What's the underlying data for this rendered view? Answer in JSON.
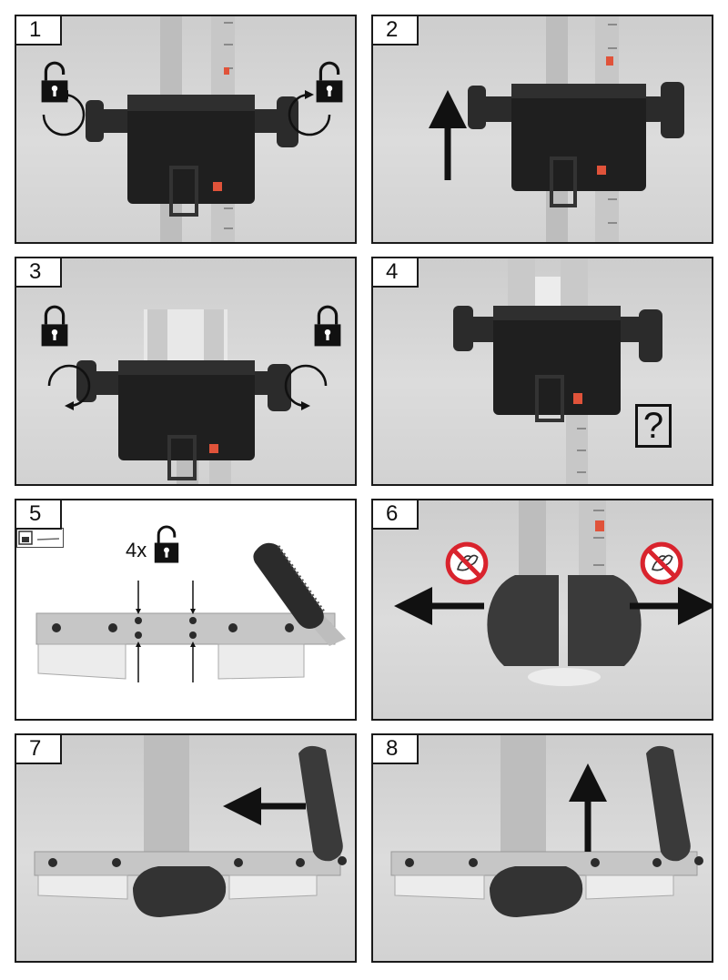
{
  "steps": [
    {
      "number": "1"
    },
    {
      "number": "2"
    },
    {
      "number": "3"
    },
    {
      "number": "4",
      "question": "?"
    },
    {
      "number": "5",
      "repeat": "4x"
    },
    {
      "number": "6"
    },
    {
      "number": "7"
    },
    {
      "number": "8"
    }
  ],
  "icons": {
    "lock": "padlock",
    "unlock": "open-padlock",
    "no_hand": "prohibited-hand-pinch"
  },
  "colors": {
    "frame": "#1a1a1a",
    "knob": "#2b2b2b",
    "aluminium": "#b9b9b9",
    "scale_marker": "#e0533a",
    "prohibit_red": "#d9232d"
  }
}
